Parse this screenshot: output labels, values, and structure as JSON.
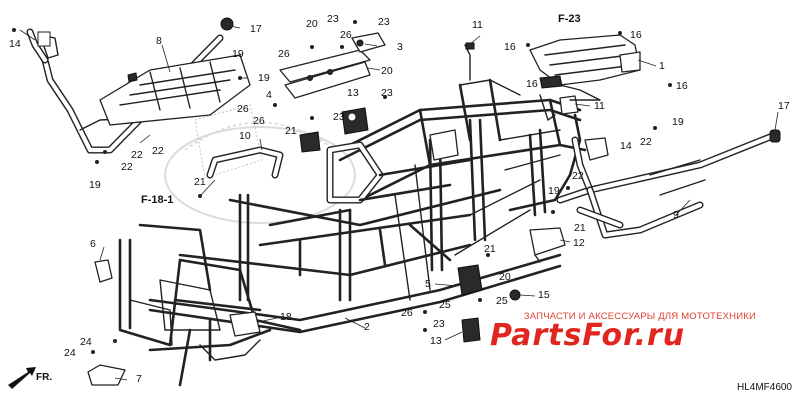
{
  "diagram": {
    "code": "HL4MF4600",
    "direction_label": "FR.",
    "watermark_text": "ЗАПЧАСТИ И АКСЕССУАРЫ ДЛЯ МОТОТЕХНИКИ",
    "brand": "PartsFor.ru",
    "refs": [
      {
        "key": "f23",
        "text": "F-23"
      },
      {
        "key": "f181",
        "text": "F-18-1"
      }
    ],
    "callouts": [
      {
        "key": "c14a",
        "text": "14"
      },
      {
        "key": "c17a",
        "text": "17"
      },
      {
        "key": "c8",
        "text": "8"
      },
      {
        "key": "c19a",
        "text": "19"
      },
      {
        "key": "c19b",
        "text": "19"
      },
      {
        "key": "c22a",
        "text": "22"
      },
      {
        "key": "c22b",
        "text": "22"
      },
      {
        "key": "c22c",
        "text": "22"
      },
      {
        "key": "c19c",
        "text": "19"
      },
      {
        "key": "c20a",
        "text": "20"
      },
      {
        "key": "c23a",
        "text": "23"
      },
      {
        "key": "c23b",
        "text": "23"
      },
      {
        "key": "c26a",
        "text": "26"
      },
      {
        "key": "c26b",
        "text": "26"
      },
      {
        "key": "c3",
        "text": "3"
      },
      {
        "key": "c20b",
        "text": "20"
      },
      {
        "key": "c4",
        "text": "4"
      },
      {
        "key": "c26c",
        "text": "26"
      },
      {
        "key": "c26d",
        "text": "26"
      },
      {
        "key": "c13a",
        "text": "13"
      },
      {
        "key": "c23c",
        "text": "23"
      },
      {
        "key": "c23d",
        "text": "23"
      },
      {
        "key": "c10",
        "text": "10"
      },
      {
        "key": "c21a",
        "text": "21"
      },
      {
        "key": "c21b",
        "text": "21"
      },
      {
        "key": "c11a",
        "text": "11"
      },
      {
        "key": "c11b",
        "text": "11"
      },
      {
        "key": "c16a",
        "text": "16"
      },
      {
        "key": "c16b",
        "text": "16"
      },
      {
        "key": "c16c",
        "text": "16"
      },
      {
        "key": "c16d",
        "text": "16"
      },
      {
        "key": "c1",
        "text": "1"
      },
      {
        "key": "c17b",
        "text": "17"
      },
      {
        "key": "c19d",
        "text": "19"
      },
      {
        "key": "c22d",
        "text": "22"
      },
      {
        "key": "c14b",
        "text": "14"
      },
      {
        "key": "c22e",
        "text": "22"
      },
      {
        "key": "c19e",
        "text": "19"
      },
      {
        "key": "c21c",
        "text": "21"
      },
      {
        "key": "c9",
        "text": "9"
      },
      {
        "key": "c6",
        "text": "6"
      },
      {
        "key": "c21d",
        "text": "21"
      },
      {
        "key": "c20c",
        "text": "20"
      },
      {
        "key": "c5",
        "text": "5"
      },
      {
        "key": "c15",
        "text": "15"
      },
      {
        "key": "c25a",
        "text": "25"
      },
      {
        "key": "c25b",
        "text": "25"
      },
      {
        "key": "c26e",
        "text": "26"
      },
      {
        "key": "c23e",
        "text": "23"
      },
      {
        "key": "c13b",
        "text": "13"
      },
      {
        "key": "c2",
        "text": "2"
      },
      {
        "key": "c18",
        "text": "18"
      },
      {
        "key": "c24a",
        "text": "24"
      },
      {
        "key": "c24b",
        "text": "24"
      },
      {
        "key": "c7",
        "text": "7"
      },
      {
        "key": "c12",
        "text": "12"
      }
    ]
  }
}
